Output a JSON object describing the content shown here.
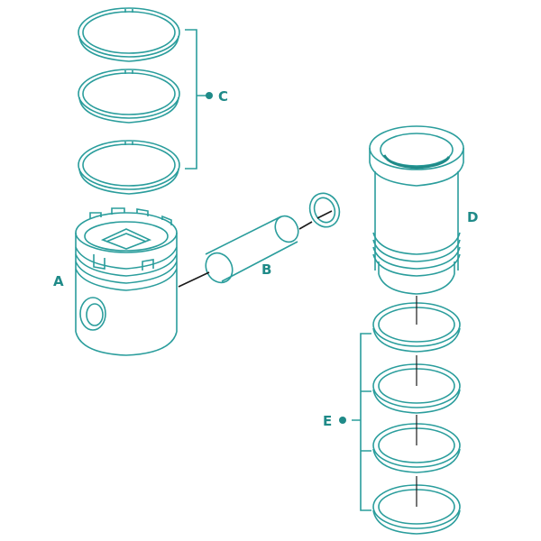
{
  "colors": {
    "line": "#2a9d9c",
    "accent": "#1f8a88",
    "dark_line": "#1a1a1a",
    "label": "#1f8a88",
    "background": "#ffffff"
  },
  "labels": {
    "piston": "A",
    "pin": "B",
    "piston_rings": "C",
    "liner": "D",
    "liner_seals": "E"
  }
}
